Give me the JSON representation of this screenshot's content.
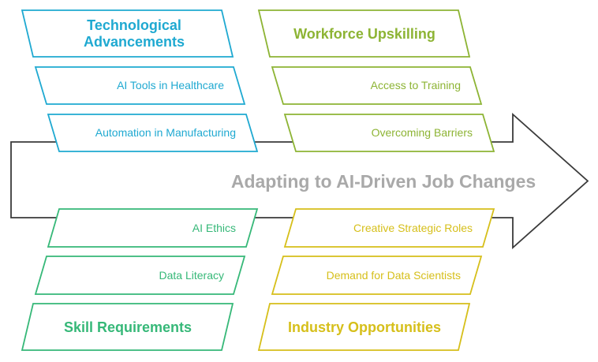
{
  "title": "Adapting to AI-Driven Job Changes",
  "colors": {
    "technological": "#1fa9d1",
    "workforce": "#8db434",
    "skills": "#36b878",
    "industry": "#d6bf1a",
    "spine": "#3a3a3a",
    "title": "#a9a9a9"
  },
  "categories": {
    "technological": {
      "heading": "Technological Advancements",
      "items": [
        "AI Tools in Healthcare",
        "Automation in Manufacturing"
      ]
    },
    "workforce": {
      "heading": "Workforce Upskilling",
      "items": [
        "Access to Training",
        "Overcoming Barriers"
      ]
    },
    "skills": {
      "heading": "Skill Requirements",
      "items": [
        "AI Ethics",
        "Data Literacy"
      ]
    },
    "industry": {
      "heading": "Industry Opportunities",
      "items": [
        "Creative Strategic Roles",
        "Demand for Data Scientists"
      ]
    }
  }
}
